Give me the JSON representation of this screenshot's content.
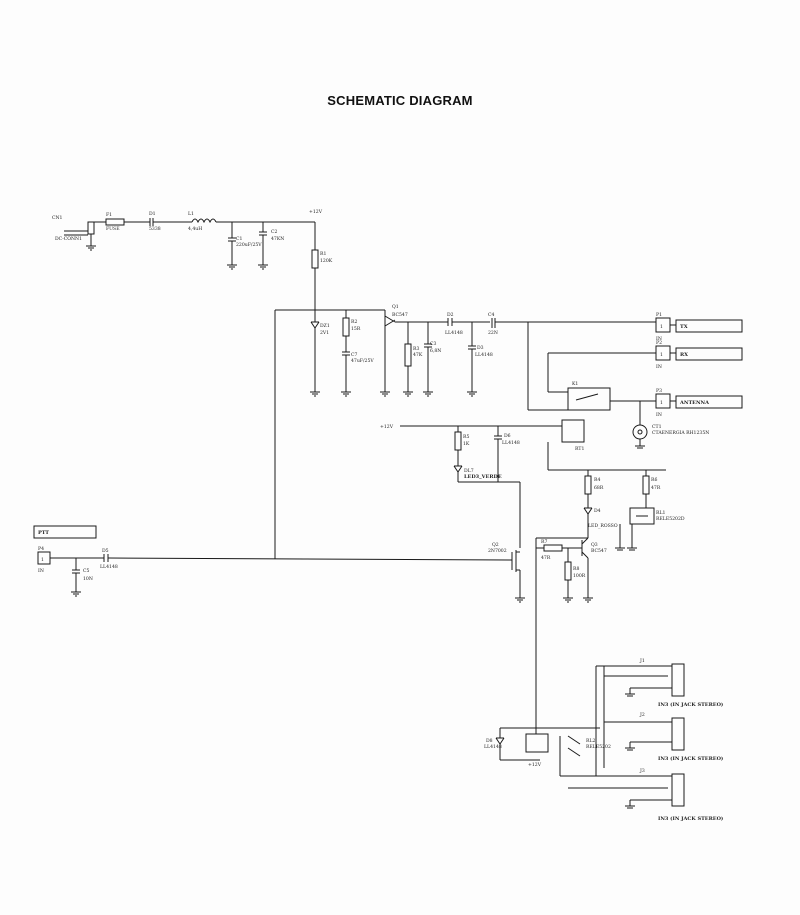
{
  "title": "SCHEMATIC DIAGRAM",
  "labels": {
    "cn1": "CN1",
    "dc_conn": "DC-CONN1",
    "f1": "F1",
    "fuse": "FUSE",
    "d1": "D1",
    "d1_val": "5338",
    "l1": "L1",
    "l1_val": "4,4uH",
    "c1": "C1",
    "c1_val": "220uF/25V",
    "c2": "C2",
    "c2_val": "47KN",
    "v12": "+12V",
    "r1": "R1",
    "r1_val": "120K",
    "dz": "DZ1",
    "dz_val": "2V1",
    "r2": "R2",
    "r2_val": "15R",
    "c7": "C7",
    "c7_val": "47uF/25V",
    "q1": "Q1",
    "q1_val": "BC547",
    "r3": "R3",
    "r3_val": "47K",
    "c3": "C3",
    "c3_val": "6,8N",
    "d2": "D2",
    "d2_val": "LL4148",
    "d3": "D3",
    "d3_val": "LL4148",
    "c4": "C4",
    "c4_val": "22N",
    "p1": "P1",
    "p2": "P2",
    "p3": "P3",
    "pin1": "1",
    "in": "IN",
    "tx": "TX",
    "rx": "RX",
    "antenna": "ANTENNA",
    "k1": "K1",
    "ct1": "CT1",
    "ct1_val": "CTAENERGIA RH1235N",
    "v12b": "+12V",
    "r5": "R5",
    "r5_val": "1K",
    "d6": "D6",
    "d6_val": "LL4148",
    "dl7": "DL7",
    "dl7_val": "LED3_VERDE",
    "rt1": "RT1",
    "r4": "R4",
    "r4_val": "68R",
    "d4": "D4",
    "d4_val": "LED_ROSSO",
    "r6": "R6",
    "r6_val": "47R",
    "rl1": "RL1",
    "rl1_val": "RELE5202D",
    "q2": "Q2",
    "q2_val": "2N7002",
    "r7": "R7",
    "r7_val": "47R",
    "r8": "R8",
    "r8_val": "100R",
    "q3": "Q3",
    "q3_val": "BC547",
    "ptt": "PTT",
    "p4": "P4",
    "c5": "C5",
    "c5_val": "10N",
    "d5": "D5",
    "d5_val": "LL4148",
    "d8": "D8",
    "d8_val": "LL4148",
    "v12c": "+12V",
    "rl2": "RL2",
    "rl2_val": "RELE5202",
    "j1": "J1",
    "j2": "J2",
    "j3": "J3",
    "jack1": "IN3 (IN JACK STEREO)",
    "jack2": "IN3 (IN JACK STEREO)",
    "jack3": "IN3 (IN JACK STEREO)"
  }
}
